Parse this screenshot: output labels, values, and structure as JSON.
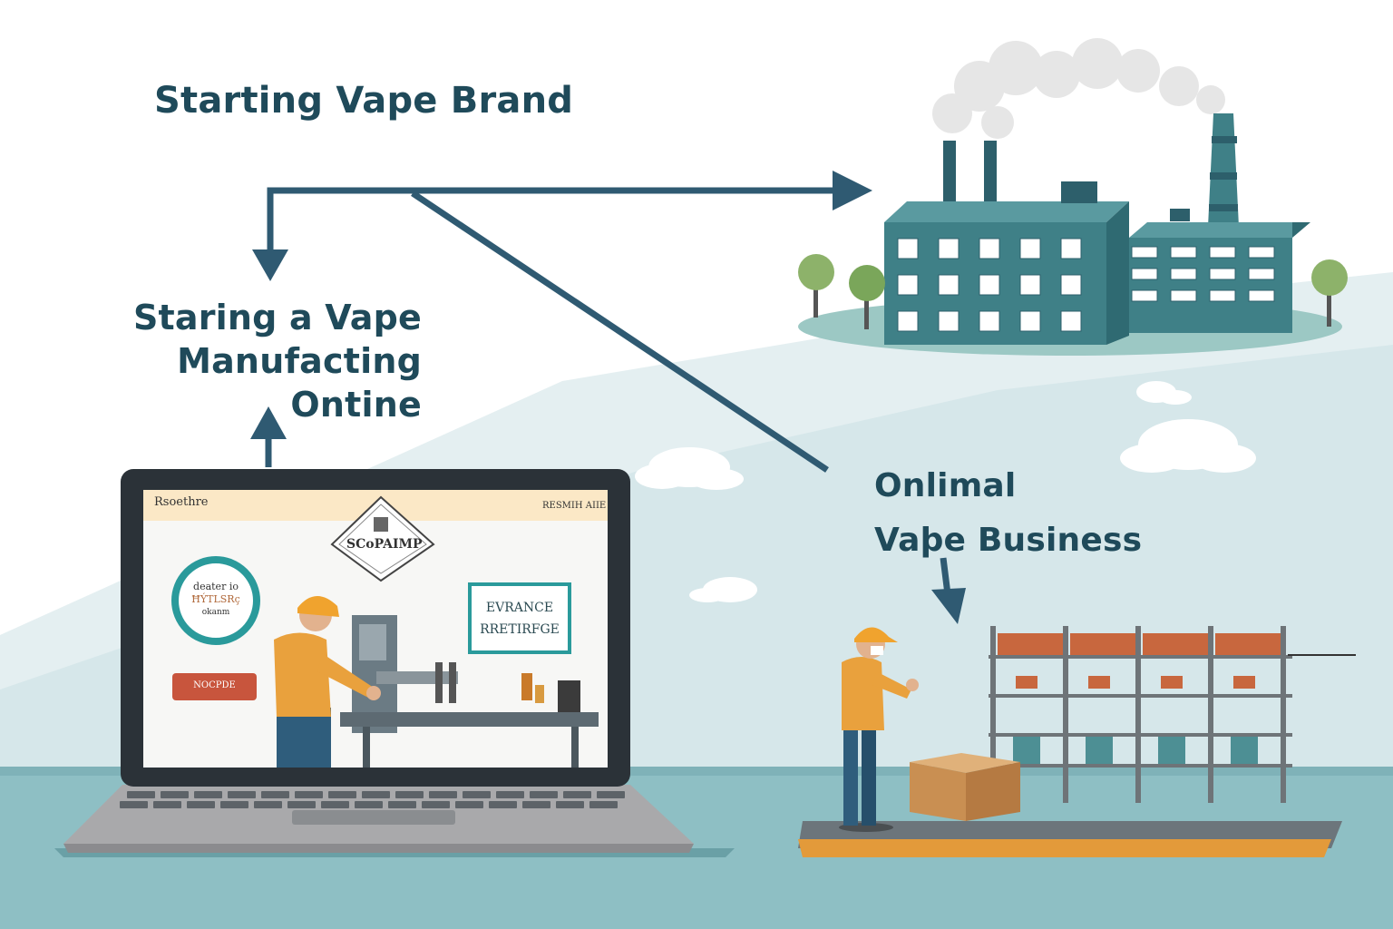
{
  "headings": {
    "top": "Starting Vape Brand",
    "middle_line1": "Staring a Vape",
    "middle_line2": "Manufacting Ontine",
    "right_line1": "Onlimal",
    "right_line2": "Vaþe Business"
  },
  "laptop_screen": {
    "header_left": "Rsoethre",
    "header_right": "RESMIH AIIE",
    "logo_text": "SCoPAIMP",
    "badge_line1": "deater io",
    "badge_line2": "ĦÝTLSRç",
    "badge_line3": "okanm",
    "button_label": "NOCPDE",
    "box_line1": "EVRANCE",
    "box_line2": "RRETIRFGE"
  },
  "colors": {
    "heading": "#1f4a5a",
    "arrow": "#2f5a72",
    "factory": "#3f8087",
    "hill": "#d6e7ea",
    "ground": "#8ebfc4",
    "laptop_frame": "#2b3238",
    "worker_shirt": "#e9a13d",
    "screen_button": "#c8553d",
    "screen_accent": "#2a9a9b"
  }
}
